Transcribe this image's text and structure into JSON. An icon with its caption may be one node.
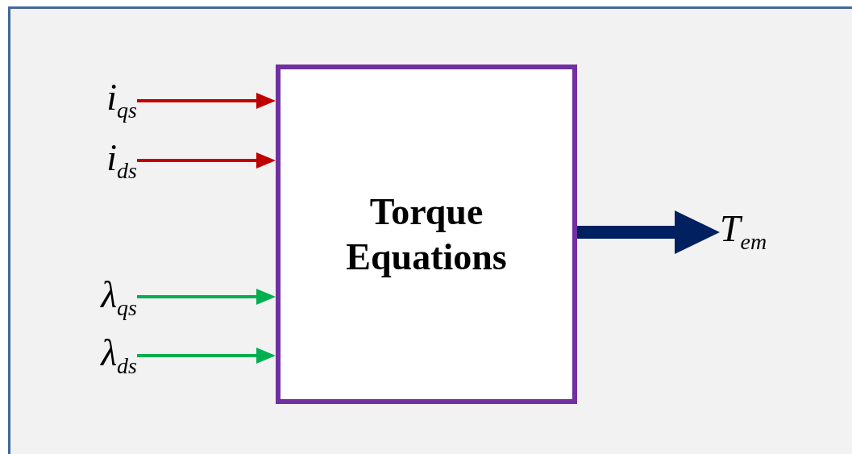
{
  "diagram": {
    "nodes": [
      {
        "text": [
          "Torque Equations"
        ]
      },
      {
        "text": [
          "i$_{qs}$"
        ]
      },
      {
        "text": [
          "i$_{ds}$"
        ]
      },
      {
        "text": [
          "λ$_{qs}$"
        ]
      },
      {
        "text": [
          "λ$_{ds}$"
        ]
      },
      {
        "text": [
          "T$_{em}$"
        ]
      }
    ],
    "edges": [
      {
        "from": 1,
        "to": 0,
        "arrow": "to",
        "color": "#c00000"
      },
      {
        "from": 2,
        "to": 0,
        "arrow": "to",
        "color": "#c00000"
      },
      {
        "from": 3,
        "to": 0,
        "arrow": "to",
        "color": "#00b050"
      },
      {
        "from": 4,
        "to": 0,
        "arrow": "to",
        "color": "#00b050"
      },
      {
        "from": 0,
        "to": 5,
        "arrow": "to",
        "style": "thick",
        "color": "#002060"
      }
    ]
  }
}
